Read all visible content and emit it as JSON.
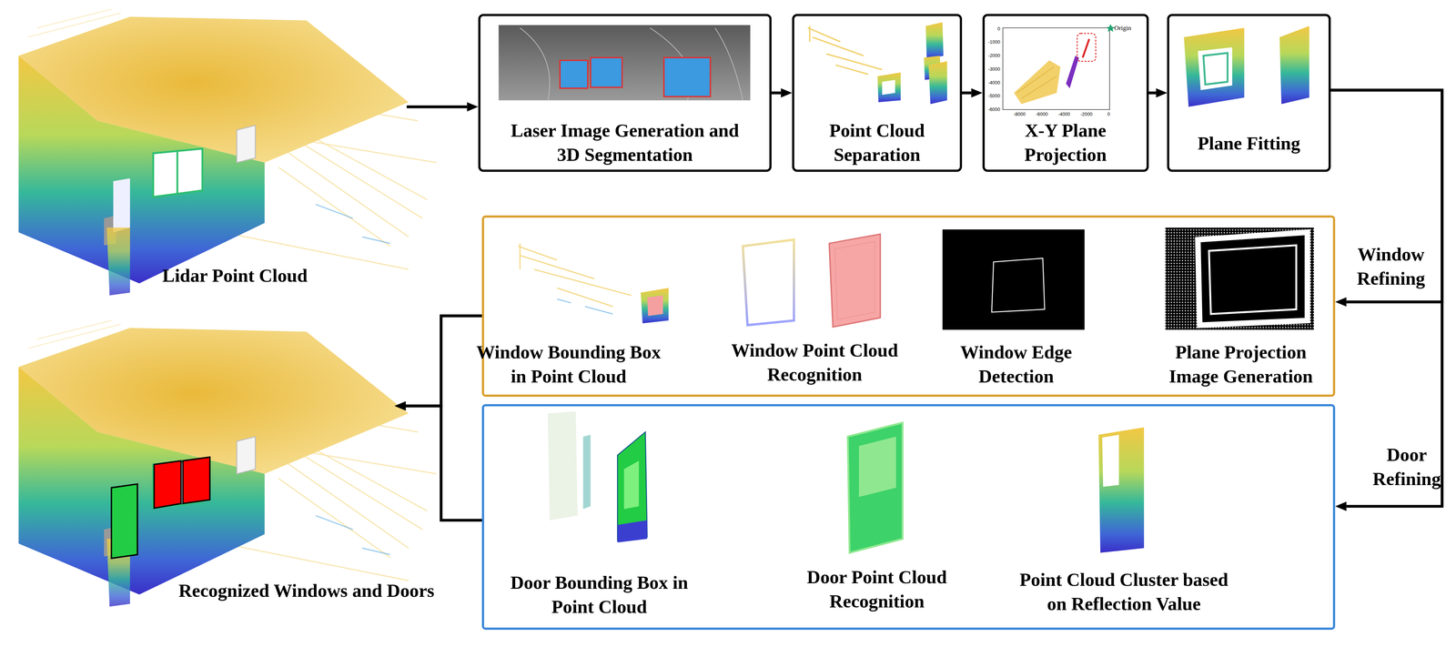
{
  "diagram": {
    "nodes": [
      {
        "text": [
          "Lidar Point Cloud"
        ]
      },
      {
        "text": [
          "Laser Image Generation and 3D Segmentation"
        ]
      },
      {
        "text": [
          "Point Cloud Separation"
        ]
      },
      {
        "text": [
          "X-Y Plane Projection"
        ]
      },
      {
        "text": [
          "Plane Fitting"
        ]
      },
      {
        "text": []
      },
      {
        "text": [
          "Window Bounding Box in Point Cloud"
        ],
        "in": 5
      },
      {
        "text": [
          "Window Point Cloud Recognition"
        ],
        "in": 5
      },
      {
        "text": [
          "Window Edge Detection"
        ],
        "in": 5
      },
      {
        "text": [
          "Plane Projection Image Generation"
        ],
        "in": 5
      },
      {
        "text": []
      },
      {
        "text": [
          "Door Bounding Box in Point Cloud"
        ],
        "in": 10
      },
      {
        "text": [
          "Door Point Cloud Recognition"
        ],
        "in": 10
      },
      {
        "text": [
          "Point Cloud Cluster based on Reflection Value"
        ],
        "in": 10
      },
      {
        "text": [
          "Recognized Windows and Doors"
        ]
      }
    ],
    "edges": [
      {
        "from": 0,
        "to": 1,
        "arrow": "to"
      },
      {
        "from": 1,
        "to": 2,
        "arrow": "to"
      },
      {
        "from": 2,
        "to": 3,
        "arrow": "to"
      },
      {
        "from": 3,
        "to": 4,
        "arrow": "to"
      },
      {
        "from": 4,
        "to": 5,
        "label": "Window Refining",
        "arrow": "to"
      },
      {
        "from": 4,
        "to": 10,
        "label": "Door Refining",
        "arrow": "to"
      },
      {
        "from": 5,
        "to": 14,
        "arrow": "to"
      },
      {
        "from": 10,
        "to": 14,
        "arrow": "to"
      }
    ],
    "labels": [
      "Origin",
      "0",
      "-1000",
      "-2000",
      "-3000",
      "-4000",
      "-5000",
      "-6000",
      "-8000",
      "-6000",
      "-4000",
      "-2000",
      "0"
    ]
  }
}
